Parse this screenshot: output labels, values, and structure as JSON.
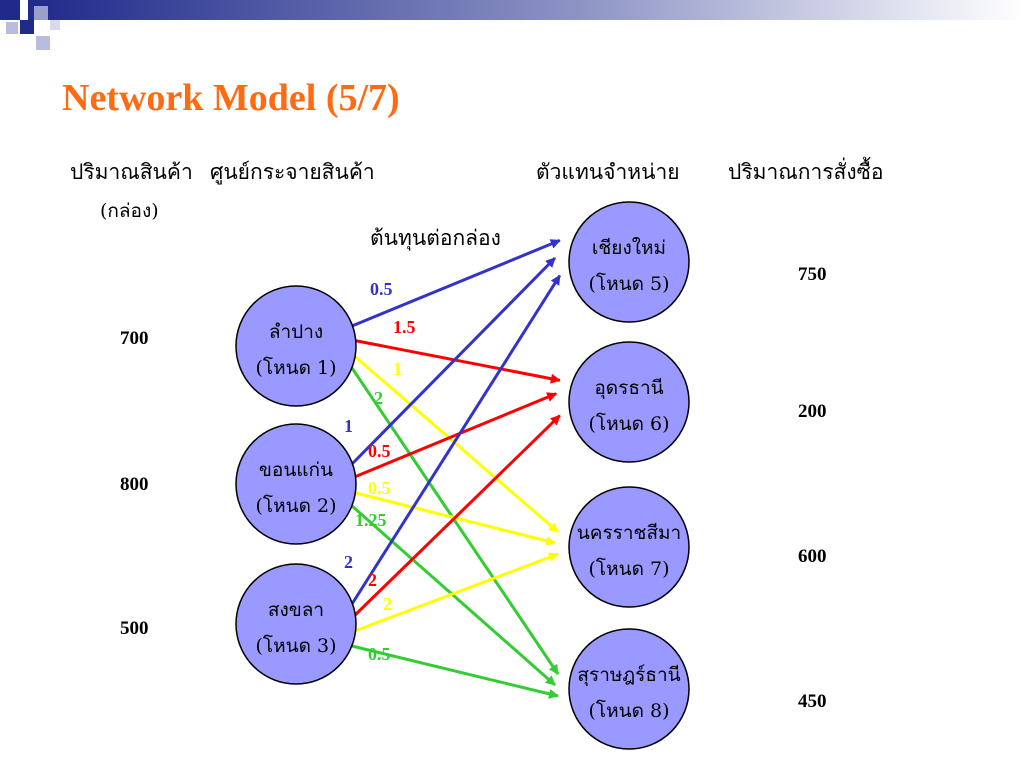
{
  "title": "Network Model (5/7)",
  "headers": {
    "supply_qty": "ปริมาณสินค้า",
    "supply_unit": "(กล่อง)",
    "centers": "ศูนย์กระจายสินค้า",
    "cost_per_box": "ต้นทุนต่อกล่อง",
    "agents": "ตัวแทนจำหน่าย",
    "order_qty": "ปริมาณการสั่งซื้อ"
  },
  "colors": {
    "title": "#ff6a13",
    "node_fill": "#9999ff",
    "node_stroke": "#000000",
    "from_lampang": "#3333cc",
    "from_khonkaen": "#ff0000",
    "from_songkhla_colors": [
      "#ffff00",
      "#33cc33"
    ]
  },
  "sources": [
    {
      "id": 1,
      "name": "ลำปาง",
      "node": "(โหนด 1)",
      "supply": "700"
    },
    {
      "id": 2,
      "name": "ขอนแก่น",
      "node": "(โหนด 2)",
      "supply": "800"
    },
    {
      "id": 3,
      "name": "สงขลา",
      "node": "(โหนด 3)",
      "supply": "500"
    }
  ],
  "destinations": [
    {
      "id": 5,
      "name": "เชียงใหม่",
      "node": "(โหนด 5)",
      "demand": "750"
    },
    {
      "id": 6,
      "name": "อุดรธานี",
      "node": "(โหนด 6)",
      "demand": "200"
    },
    {
      "id": 7,
      "name": "นครราชสีมา",
      "node": "(โหนด 7)",
      "demand": "600"
    },
    {
      "id": 8,
      "name": "สุราษฎร์ธานี",
      "node": "(โหนด 8)",
      "demand": "450"
    }
  ],
  "edges": [
    {
      "from": 1,
      "to": 5,
      "cost": "0.5",
      "color": "#3333cc"
    },
    {
      "from": 1,
      "to": 6,
      "cost": "1.5",
      "color": "#ff0000"
    },
    {
      "from": 1,
      "to": 7,
      "cost": "1",
      "color": "#ffff00"
    },
    {
      "from": 1,
      "to": 8,
      "cost": "2",
      "color": "#33cc33"
    },
    {
      "from": 2,
      "to": 5,
      "cost": "1",
      "color": "#3333cc"
    },
    {
      "from": 2,
      "to": 6,
      "cost": "0.5",
      "color": "#ff0000"
    },
    {
      "from": 2,
      "to": 7,
      "cost": "0.5",
      "color": "#ffff00"
    },
    {
      "from": 2,
      "to": 8,
      "cost": "1.25",
      "color": "#33cc33"
    },
    {
      "from": 3,
      "to": 5,
      "cost": "2",
      "color": "#3333cc"
    },
    {
      "from": 3,
      "to": 6,
      "cost": "2",
      "color": "#ff0000"
    },
    {
      "from": 3,
      "to": 7,
      "cost": "2",
      "color": "#ffff00"
    },
    {
      "from": 3,
      "to": 8,
      "cost": "0.5",
      "color": "#33cc33"
    }
  ]
}
